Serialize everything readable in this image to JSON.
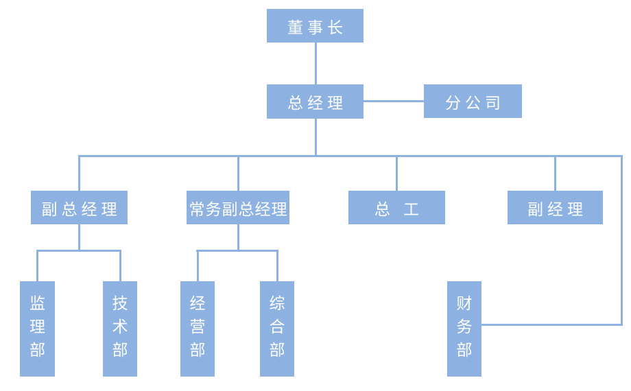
{
  "diagram_type": "org-chart",
  "colors": {
    "node_fill": "#8DB1E0",
    "connector": "#8DB1E0",
    "node_text": "#FFFFFF",
    "background": "#FFFFFF"
  },
  "nodes": {
    "chairman": {
      "label": "董事长"
    },
    "general_manager": {
      "label": "总经理"
    },
    "branch_company": {
      "label": "分公司"
    },
    "deputy_general_manager": {
      "label": "副总经理"
    },
    "executive_deputy_general_manager": {
      "label": "常务副总经理"
    },
    "chief_engineer": {
      "label": "总 工"
    },
    "deputy_manager": {
      "label": "副经理"
    },
    "supervision_dept": {
      "label": "监理部"
    },
    "technology_dept": {
      "label": "技术部"
    },
    "operation_dept": {
      "label": "经营部"
    },
    "general_affairs_dept": {
      "label": "综合部"
    },
    "finance_dept": {
      "label": "财务部"
    }
  },
  "edges": [
    {
      "from": "chairman",
      "to": "general_manager"
    },
    {
      "from": "general_manager",
      "to": "branch_company"
    },
    {
      "from": "general_manager",
      "to": "deputy_general_manager"
    },
    {
      "from": "general_manager",
      "to": "executive_deputy_general_manager"
    },
    {
      "from": "general_manager",
      "to": "chief_engineer"
    },
    {
      "from": "general_manager",
      "to": "deputy_manager"
    },
    {
      "from": "general_manager",
      "to": "finance_dept"
    },
    {
      "from": "deputy_general_manager",
      "to": "supervision_dept"
    },
    {
      "from": "deputy_general_manager",
      "to": "technology_dept"
    },
    {
      "from": "executive_deputy_general_manager",
      "to": "operation_dept"
    },
    {
      "from": "executive_deputy_general_manager",
      "to": "general_affairs_dept"
    }
  ]
}
